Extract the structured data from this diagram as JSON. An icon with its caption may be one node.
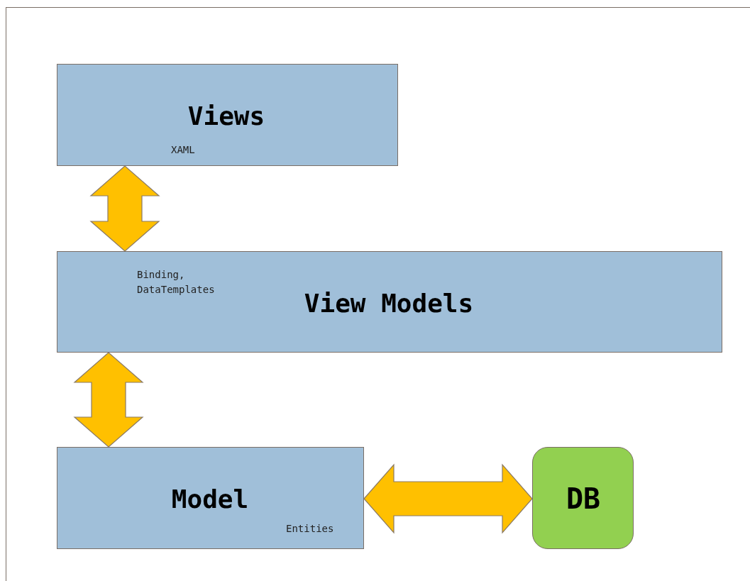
{
  "diagram": {
    "nodes": [
      {
        "text": [
          "Views",
          "XAML"
        ]
      },
      {
        "text": [
          "View Models",
          "Binding, DataTemplates"
        ]
      },
      {
        "text": [
          "Model",
          "Entities"
        ]
      },
      {
        "text": [
          "DB"
        ]
      }
    ],
    "edges": [
      {
        "from": 0,
        "to": 1,
        "arrow": "both"
      },
      {
        "from": 1,
        "to": 2,
        "arrow": "both"
      },
      {
        "from": 2,
        "to": 3,
        "arrow": "both"
      }
    ]
  }
}
